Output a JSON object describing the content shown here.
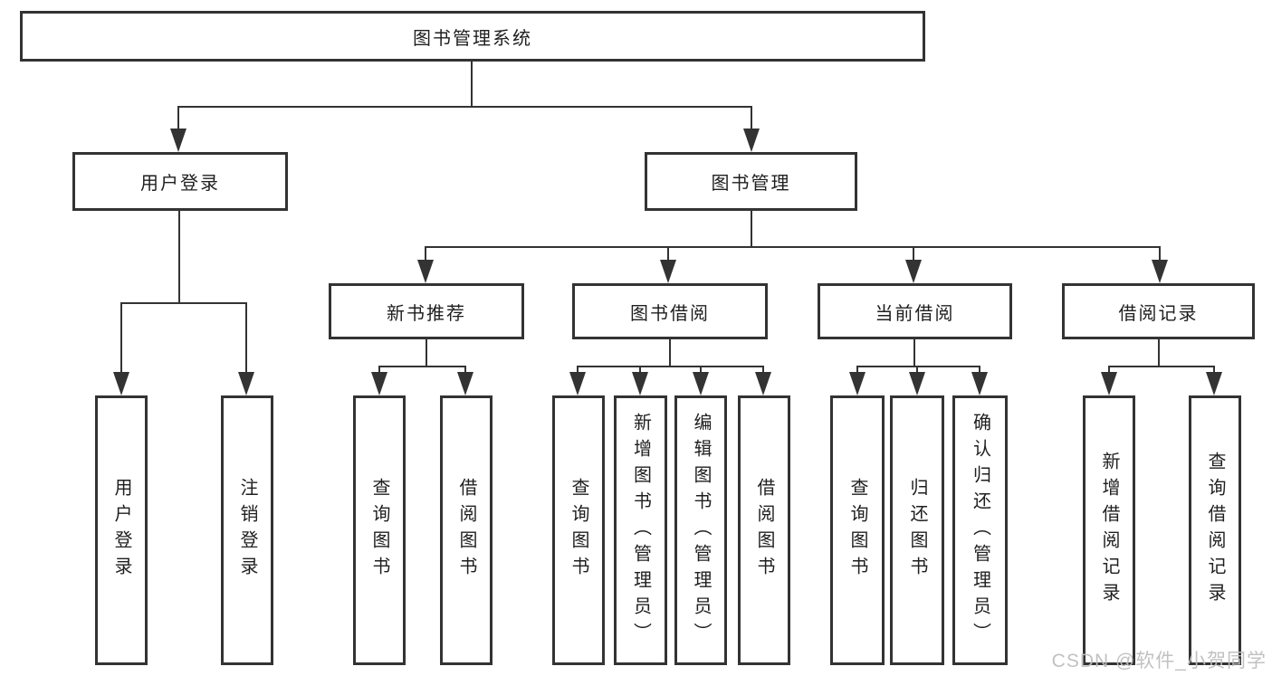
{
  "root": {
    "label": "图书管理系统"
  },
  "level2": [
    {
      "label": "用户登录",
      "children": [
        "用户登录",
        "注销登录"
      ]
    },
    {
      "label": "图书管理"
    }
  ],
  "level3": [
    {
      "label": "新书推荐",
      "children": [
        "查询图书",
        "借阅图书"
      ]
    },
    {
      "label": "图书借阅",
      "children": [
        "查询图书",
        "新增图书（管理员）",
        "编辑图书（管理员）",
        "借阅图书"
      ]
    },
    {
      "label": "当前借阅",
      "children": [
        "查询图书",
        "归还图书",
        "确认归还（管理员）"
      ]
    },
    {
      "label": "借阅记录",
      "children": [
        "新增借阅记录",
        "查询借阅记录"
      ]
    }
  ],
  "watermark": "CSDN @软件_小贺同学",
  "colors": {
    "line": "#333333",
    "border": "#333333",
    "background": "#ffffff",
    "watermark": "#bebebe"
  }
}
